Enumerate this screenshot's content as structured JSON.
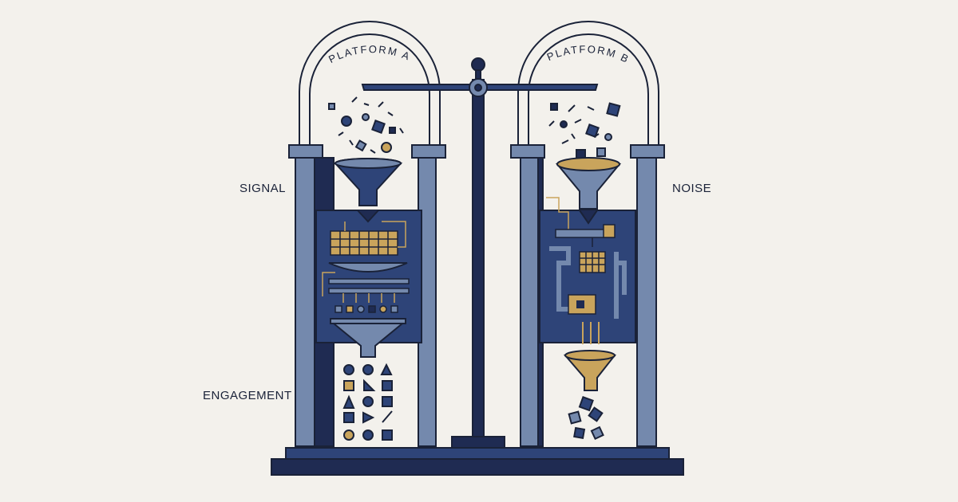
{
  "labels": {
    "platform_a": "PLATFORM A",
    "platform_b": "PLATFORM B",
    "signal": "SIGNAL",
    "noise": "NOISE",
    "engagement": "ENGAGEMENT"
  },
  "colors": {
    "background": "#f3f1ec",
    "navy": "#1f2b52",
    "steel": "#7489ad",
    "panel": "#2e4478",
    "gold": "#c9a45c",
    "ink": "#1a2238"
  },
  "icons": [
    "balance-scale-icon",
    "funnel-icon",
    "filter-grid-icon",
    "chip-icon",
    "shape-particles-icon"
  ]
}
